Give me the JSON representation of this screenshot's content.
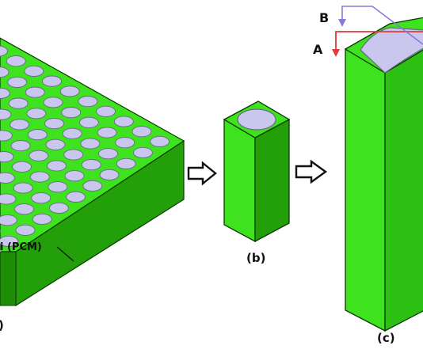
{
  "labels": {
    "panel_a_fragment": ")",
    "pcm_callout": "i (PCM)",
    "panel_b": "(b)",
    "panel_c": "(c)",
    "section_a": "A",
    "section_b": "B"
  },
  "colors": {
    "matrix_top": "#3FE21E",
    "matrix_front": "#28A90C",
    "matrix_side": "#1E8D07",
    "pcm_fill": "#C9C7EE",
    "pcm_stroke": "#6A6A86",
    "edge": "#0A3A00",
    "arrow_a": "#E23B3B",
    "arrow_b": "#8A79D6"
  },
  "icons": {
    "transition_arrow_1": "hollow-right-arrow",
    "transition_arrow_2": "hollow-right-arrow",
    "section_arrow_a": "down-arrow",
    "section_arrow_b": "down-arrow"
  }
}
